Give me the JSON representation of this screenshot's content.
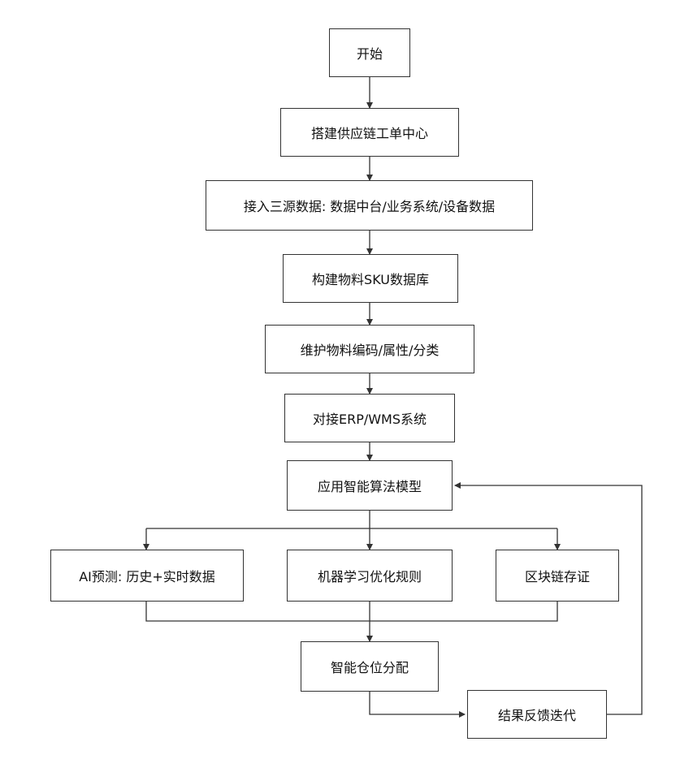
{
  "nodes": {
    "start": "开始",
    "workorder_center": "搭建供应链工单中心",
    "three_sources": "接入三源数据: 数据中台/业务系统/设备数据",
    "sku_db": "构建物料SKU数据库",
    "maintain": "维护物料编码/属性/分类",
    "erp_wms": "对接ERP/WMS系统",
    "algorithm": "应用智能算法模型",
    "ai_predict": "AI预测: 历史+实时数据",
    "ml_rules": "机器学习优化规则",
    "blockchain": "区块链存证",
    "allocation": "智能仓位分配",
    "feedback": "结果反馈迭代"
  }
}
